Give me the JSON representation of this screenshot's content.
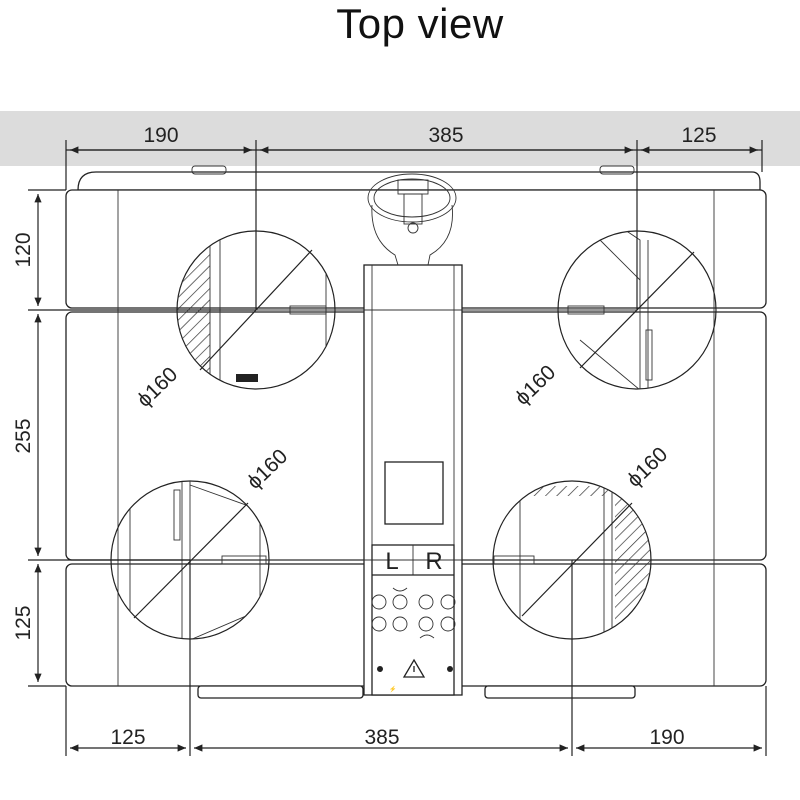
{
  "title": "Top view",
  "dimensions": {
    "top": [
      "190",
      "385",
      "125"
    ],
    "bottom": [
      "125",
      "385",
      "190"
    ],
    "left": [
      "120",
      "255",
      "125"
    ]
  },
  "diameters": {
    "top_left": "ϕ160",
    "top_right": "ϕ160",
    "bottom_left": "ϕ160",
    "bottom_right": "ϕ160"
  },
  "panel": {
    "left_label": "L",
    "right_label": "R"
  },
  "colors": {
    "band": "#dcdcdc",
    "line": "#222222"
  }
}
